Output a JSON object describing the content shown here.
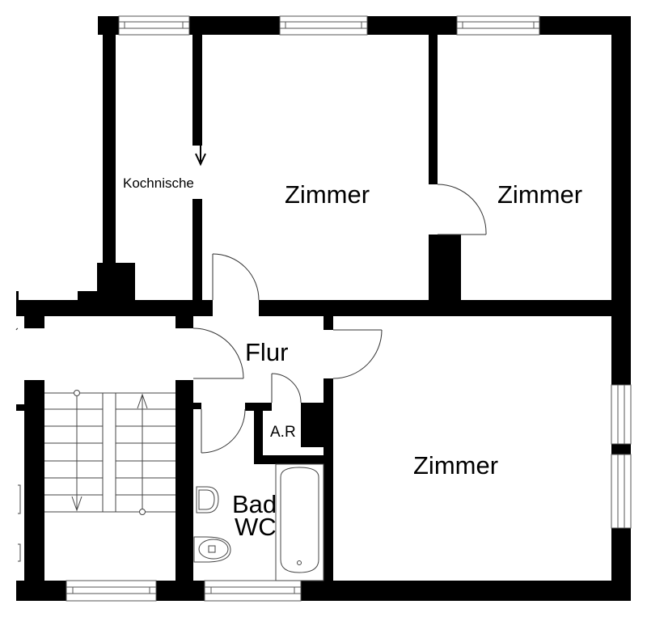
{
  "floorplan": {
    "rooms": [
      {
        "id": "kochnische",
        "label": "Kochnische"
      },
      {
        "id": "zimmer-1",
        "label": "Zimmer"
      },
      {
        "id": "zimmer-2",
        "label": "Zimmer"
      },
      {
        "id": "flur",
        "label": "Flur"
      },
      {
        "id": "abstellraum",
        "label": "A.R"
      },
      {
        "id": "bad-wc",
        "label_line1": "Bad",
        "label_line2": "WC"
      },
      {
        "id": "zimmer-3",
        "label": "Zimmer"
      }
    ],
    "colors": {
      "wall": "#000000",
      "background": "#ffffff",
      "line": "#444444"
    }
  }
}
